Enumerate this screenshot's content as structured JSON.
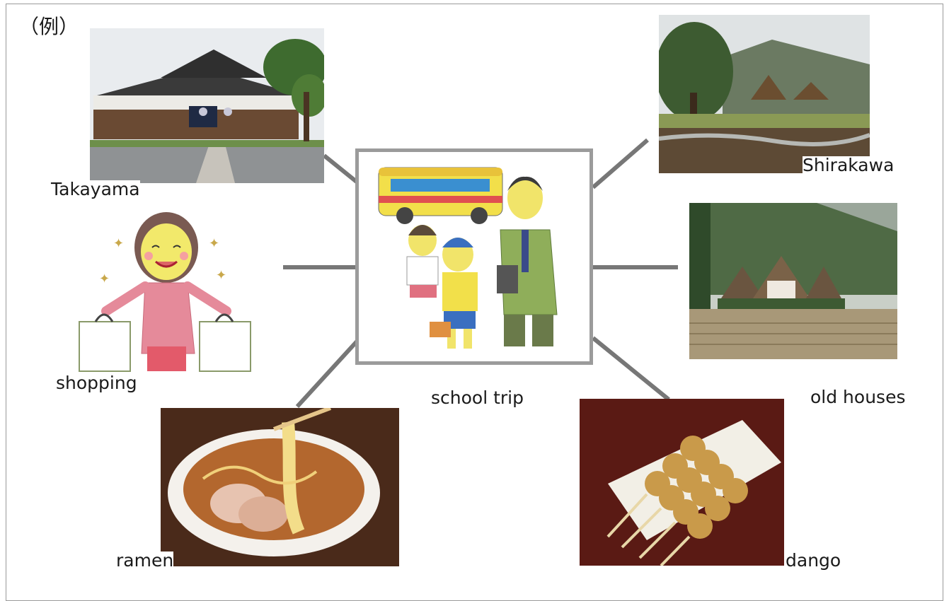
{
  "example_marker": "（例）",
  "center": {
    "label": "school trip"
  },
  "branches": [
    {
      "id": "takayama",
      "label": "Takayama"
    },
    {
      "id": "shirakawa",
      "label": "Shirakawa"
    },
    {
      "id": "shopping",
      "label": "shopping"
    },
    {
      "id": "old-houses",
      "label": "old houses"
    },
    {
      "id": "ramen",
      "label": "ramen"
    },
    {
      "id": "dango",
      "label": "dango"
    }
  ],
  "colors": {
    "connector": "#777777",
    "center_border": "#9b9b9b",
    "frame": "#9a9a9a"
  }
}
